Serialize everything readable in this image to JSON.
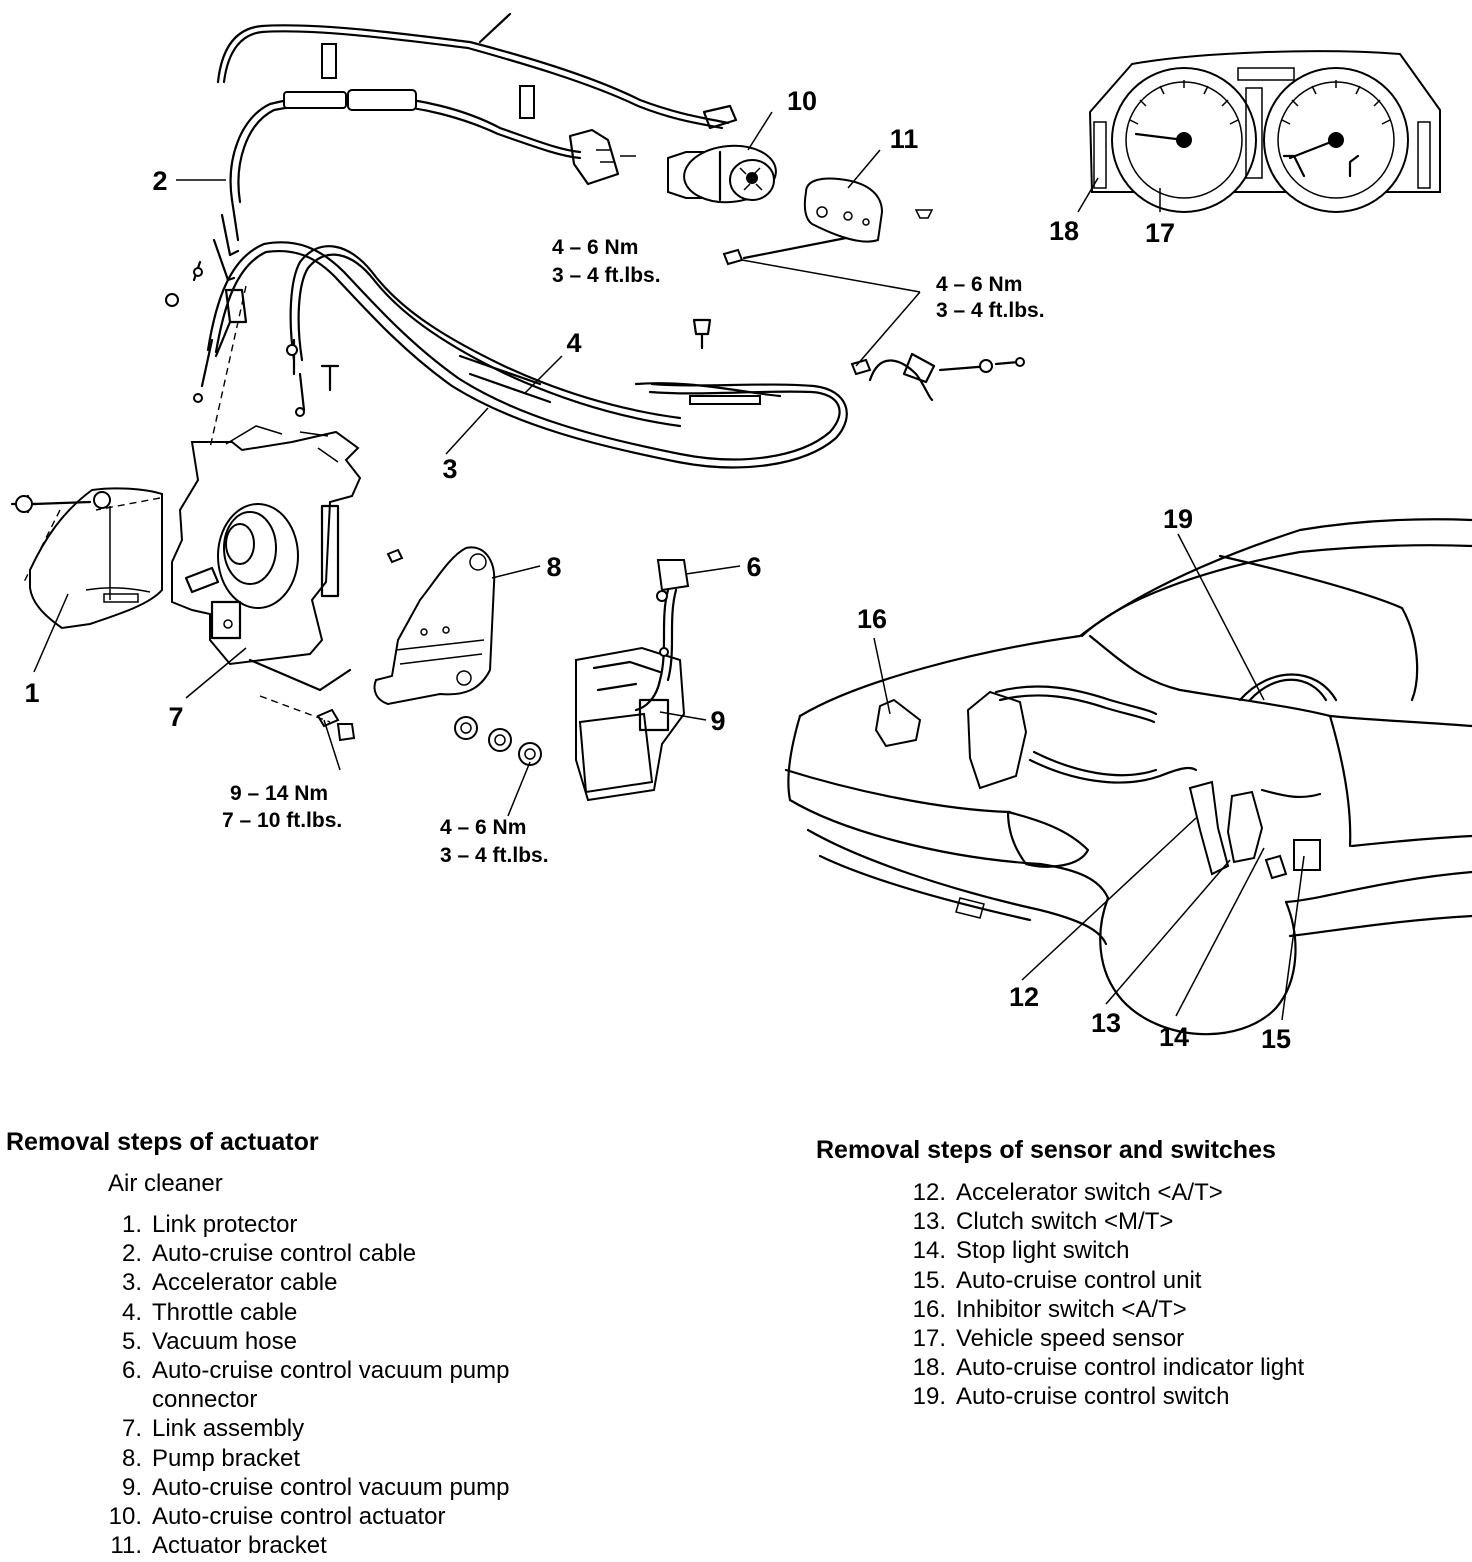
{
  "callouts": {
    "c1": "1",
    "c2": "2",
    "c3": "3",
    "c4": "4",
    "c6": "6",
    "c7": "7",
    "c8": "8",
    "c9": "9",
    "c10": "10",
    "c11": "11",
    "c12": "12",
    "c13": "13",
    "c14": "14",
    "c15": "15",
    "c16": "16",
    "c17": "17",
    "c18": "18",
    "c19": "19"
  },
  "torques": {
    "t1_nm": "4 – 6 Nm",
    "t1_ft": "3 – 4 ft.lbs.",
    "t2_nm": "4 – 6 Nm",
    "t2_ft": "3 – 4 ft.lbs.",
    "t3_nm": "9 – 14 Nm",
    "t3_ft": "7 – 10 ft.lbs.",
    "t4_nm": "4 – 6 Nm",
    "t4_ft": "3 – 4 ft.lbs."
  },
  "actuator_removal": {
    "title": "Removal steps of actuator",
    "pre_step": "Air cleaner",
    "steps": [
      {
        "num": "1.",
        "text": "Link protector"
      },
      {
        "num": "2.",
        "text": "Auto-cruise control cable"
      },
      {
        "num": "3.",
        "text": "Accelerator cable"
      },
      {
        "num": "4.",
        "text": "Throttle cable"
      },
      {
        "num": "5.",
        "text": "Vacuum hose"
      },
      {
        "num": "6.",
        "text": "Auto-cruise control vacuum pump connector"
      },
      {
        "num": "7.",
        "text": "Link assembly"
      },
      {
        "num": "8.",
        "text": "Pump bracket"
      },
      {
        "num": "9.",
        "text": "Auto-cruise control vacuum pump"
      },
      {
        "num": "10.",
        "text": "Auto-cruise control actuator"
      },
      {
        "num": "11.",
        "text": "Actuator bracket"
      }
    ]
  },
  "sensor_removal": {
    "title": "Removal steps of sensor and switches",
    "steps": [
      {
        "num": "12.",
        "text": "Accelerator switch <A/T>"
      },
      {
        "num": "13.",
        "text": "Clutch switch <M/T>"
      },
      {
        "num": "14.",
        "text": "Stop light switch"
      },
      {
        "num": "15.",
        "text": "Auto-cruise control unit"
      },
      {
        "num": "16.",
        "text": "Inhibitor switch <A/T>"
      },
      {
        "num": "17.",
        "text": "Vehicle speed sensor"
      },
      {
        "num": "18.",
        "text": "Auto-cruise control indicator light"
      },
      {
        "num": "19.",
        "text": "Auto-cruise control switch"
      }
    ]
  }
}
